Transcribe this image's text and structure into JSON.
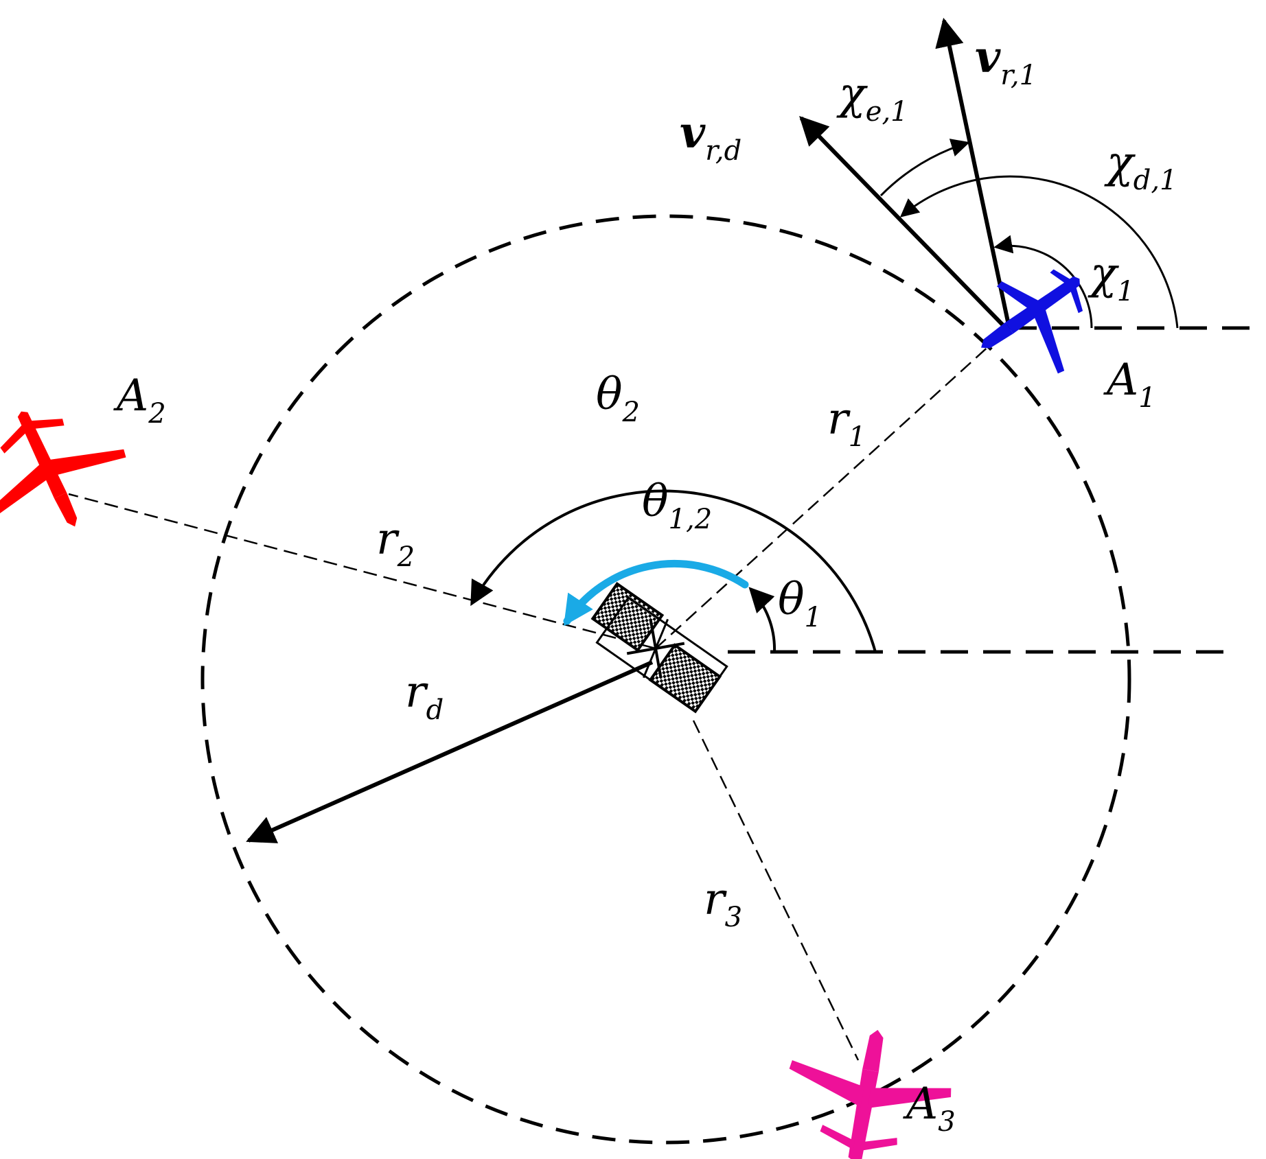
{
  "diagram": {
    "labels": {
      "A1": {
        "base": "A",
        "sub": "1"
      },
      "A2": {
        "base": "A",
        "sub": "2"
      },
      "A3": {
        "base": "A",
        "sub": "3"
      },
      "r1": {
        "base": "r",
        "sub": "1"
      },
      "r2": {
        "base": "r",
        "sub": "2"
      },
      "r3": {
        "base": "r",
        "sub": "3"
      },
      "rd": {
        "base": "r",
        "sub": "d"
      },
      "theta1": {
        "base": "θ",
        "sub": "1"
      },
      "theta2": {
        "base": "θ",
        "sub": "2"
      },
      "theta12": {
        "base": "θ",
        "sub": "1,2"
      },
      "chi1": {
        "base": "χ",
        "sub": "1"
      },
      "chid1": {
        "base": "χ",
        "sub": "d,1"
      },
      "chie1": {
        "base": "χ",
        "sub": "e,1"
      },
      "vr1": {
        "base": "v",
        "sub": "r,1"
      },
      "vrd": {
        "base": "v",
        "sub": "r,d"
      }
    },
    "colors": {
      "A1": "#1010e0",
      "A2": "#ff0000",
      "A3": "#ee1199",
      "theta12_arc": "#1aaae6",
      "target": "#000000"
    }
  }
}
